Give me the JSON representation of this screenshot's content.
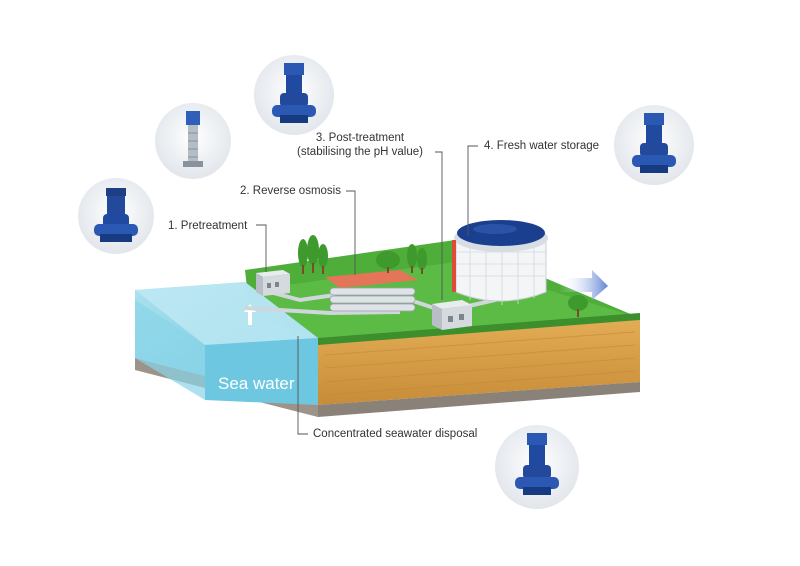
{
  "labels": {
    "pretreatment": "1. Pretreatment",
    "reverse_osmosis": "2. Reverse osmosis",
    "post_treatment_line1": "3. Post-treatment",
    "post_treatment_line2": "(stabilising the pH value)",
    "fresh_water_storage": "4. Fresh water storage",
    "concentrated_disposal": "Concentrated seawater disposal",
    "sea_water": "Sea water"
  },
  "colors": {
    "sea": "#8fd3e6",
    "sea_dark": "#3fa9c9",
    "grass": "#4fae3a",
    "soil": "#d9a24a",
    "pump_blue": "#1f4aa0",
    "tank_dome": "#1a3f8f",
    "arrow": "#6f8fd8"
  }
}
